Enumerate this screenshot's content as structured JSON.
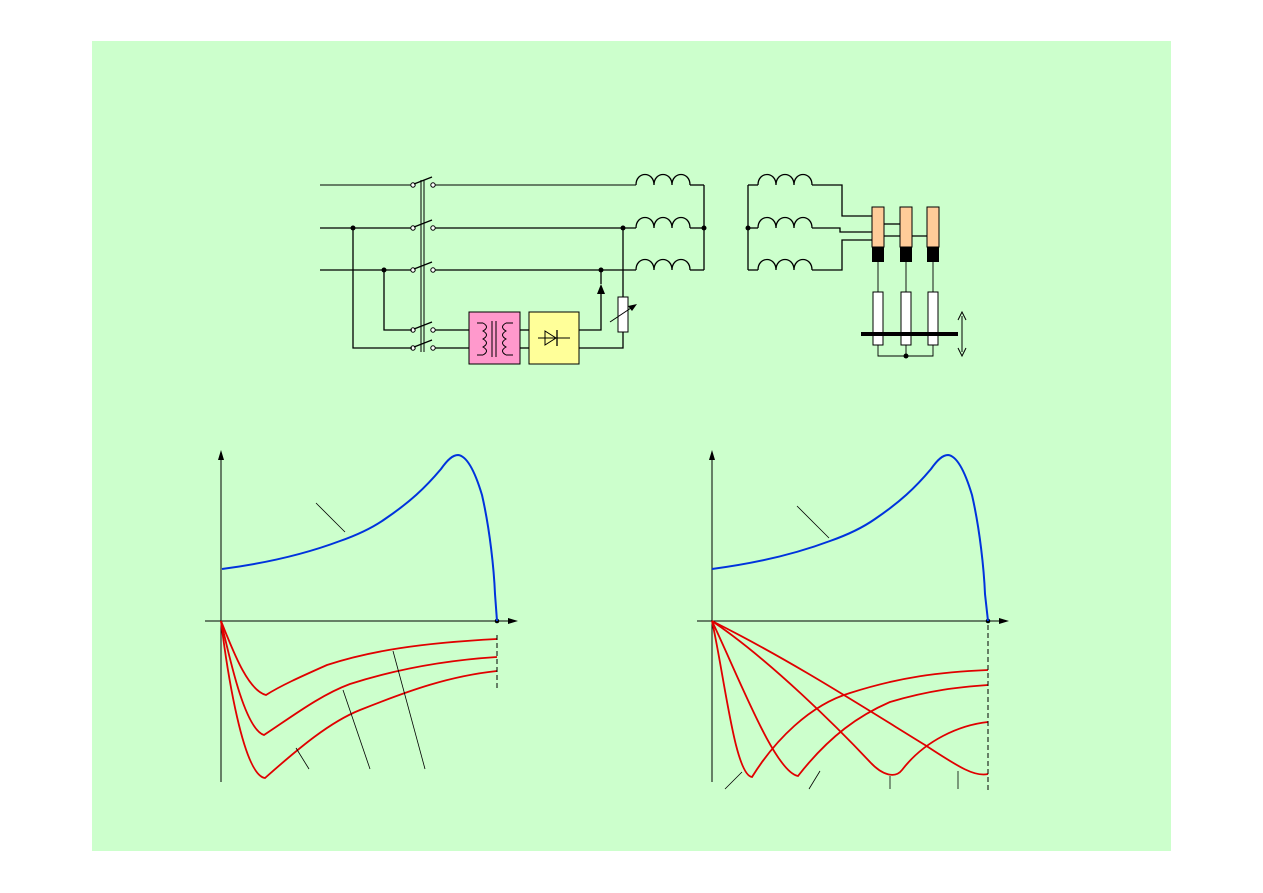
{
  "slide": {
    "background": "#ccffcc",
    "colors": {
      "transformer_box": "#ff99cc",
      "rectifier_box": "#ffff99",
      "brush_upper": "#ffcc99",
      "brush_lower": "#000000",
      "torque_curve": "#0033dd",
      "current_curves": "#e00000"
    }
  },
  "circuit": {
    "icons": [
      "three-phase-switch-icon",
      "transformer-icon",
      "diode-rectifier-icon",
      "variable-resistor-icon",
      "stator-winding-icon",
      "rotor-winding-icon",
      "slip-ring-brush-icon",
      "resistor-icon",
      "movement-arrow-icon"
    ]
  },
  "graphs": {
    "left": {
      "curves": [
        "torque",
        "current-1",
        "current-2",
        "current-3"
      ]
    },
    "right": {
      "curves": [
        "torque",
        "current-1",
        "current-2",
        "current-3",
        "current-4"
      ]
    }
  }
}
